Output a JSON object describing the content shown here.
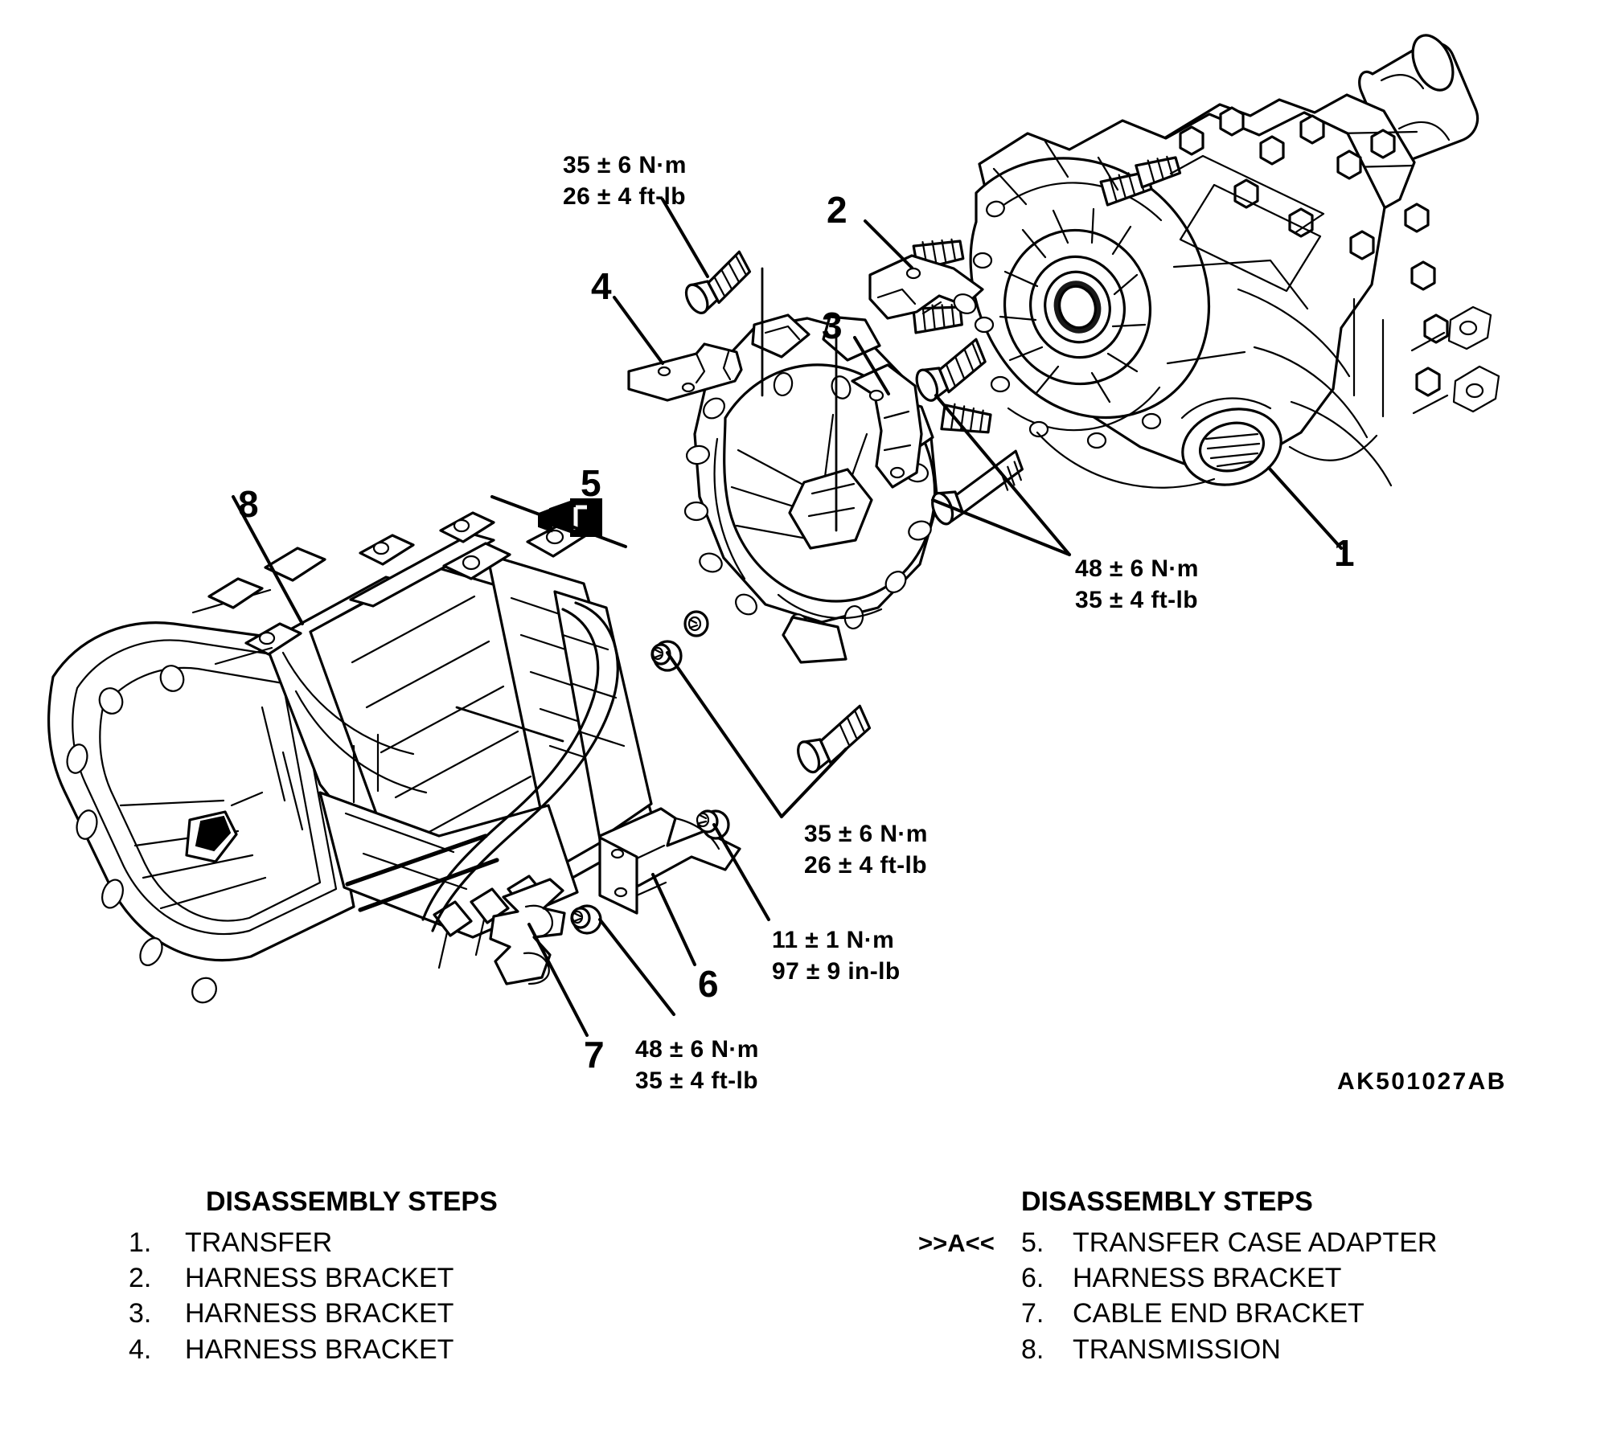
{
  "figure": {
    "code": "AK501027AB",
    "description": "Exploded view of transmission, transfer case adapter and transfer assembly"
  },
  "torque_callouts": [
    {
      "id": "t1",
      "nm": "35 ± 6 N·m",
      "imperial": "26 ± 4 ft-lb"
    },
    {
      "id": "t2",
      "nm": "48 ± 6 N·m",
      "imperial": "35 ± 4 ft-lb"
    },
    {
      "id": "t3",
      "nm": "35 ± 6 N·m",
      "imperial": "26 ± 4 ft-lb"
    },
    {
      "id": "t4",
      "nm": "11 ± 1 N·m",
      "imperial": "97 ± 9 in-lb"
    },
    {
      "id": "t5",
      "nm": "48 ± 6 N·m",
      "imperial": "35 ± 4 ft-lb"
    }
  ],
  "part_numbers": [
    {
      "num": "1"
    },
    {
      "num": "2"
    },
    {
      "num": "3"
    },
    {
      "num": "4"
    },
    {
      "num": "5"
    },
    {
      "num": "6"
    },
    {
      "num": "7"
    },
    {
      "num": "8"
    }
  ],
  "legend_left": {
    "title": "DISASSEMBLY STEPS",
    "items": [
      {
        "mark": "",
        "index": "1.",
        "label": "TRANSFER"
      },
      {
        "mark": "",
        "index": "2.",
        "label": "HARNESS BRACKET"
      },
      {
        "mark": "",
        "index": "3.",
        "label": "HARNESS BRACKET"
      },
      {
        "mark": "",
        "index": "4.",
        "label": "HARNESS BRACKET"
      }
    ]
  },
  "legend_right": {
    "title": "DISASSEMBLY STEPS",
    "items": [
      {
        "mark": ">>A<<",
        "index": "5.",
        "label": "TRANSFER CASE ADAPTER"
      },
      {
        "mark": "",
        "index": "6.",
        "label": "HARNESS BRACKET"
      },
      {
        "mark": "",
        "index": "7.",
        "label": "CABLE END BRACKET"
      },
      {
        "mark": "",
        "index": "8.",
        "label": "TRANSMISSION"
      }
    ]
  },
  "colors": {
    "ink": "#000000",
    "paper": "#ffffff"
  }
}
